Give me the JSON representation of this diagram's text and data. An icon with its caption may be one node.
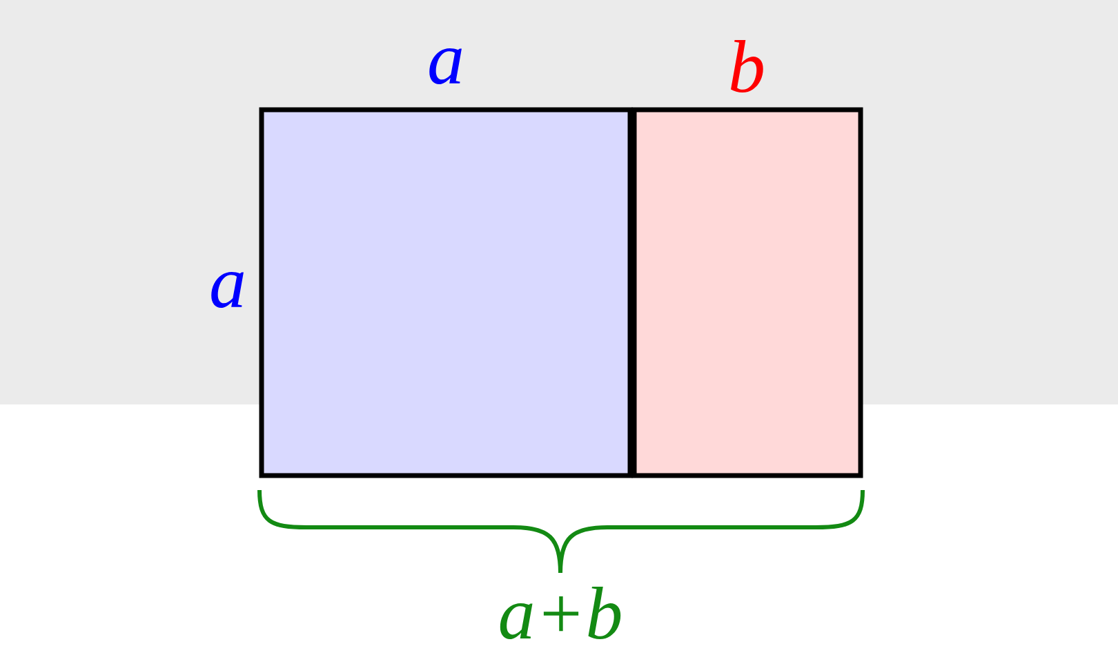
{
  "diagram": {
    "nodes": [
      {
        "text": [],
        "shape": "box",
        "beside": [
          "a",
          "a"
        ]
      },
      {
        "text": [],
        "shape": "box",
        "beside": [
          "b"
        ]
      }
    ],
    "labels": [
      "a+b"
    ]
  }
}
